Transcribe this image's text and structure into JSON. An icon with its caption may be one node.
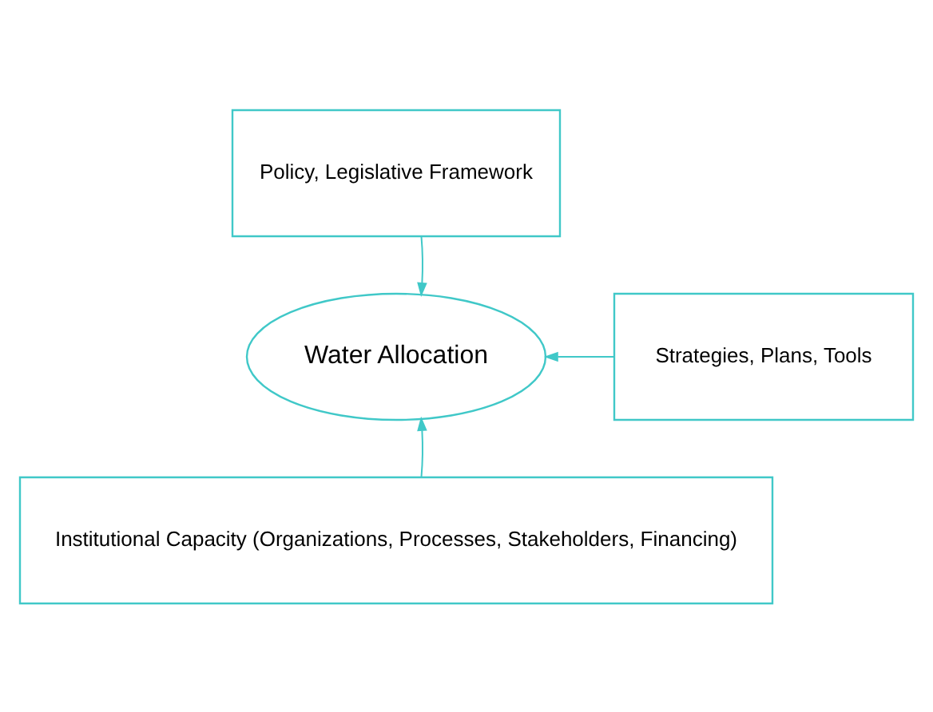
{
  "diagram": {
    "nodes": [
      {
        "text": [
          "Policy, Legislative Framework"
        ]
      },
      {
        "text": [
          "Strategies, Plans, Tools"
        ]
      },
      {
        "text": [
          "Water Allocation"
        ]
      },
      {
        "text": [
          "Institutional Capacity (Organizations, Processes, Stakeholders, Financing)"
        ]
      }
    ],
    "edges": [
      {
        "from": 0,
        "to": 2,
        "arrow": "to"
      },
      {
        "from": 1,
        "to": 2,
        "arrow": "to"
      },
      {
        "from": 3,
        "to": 2,
        "arrow": "to"
      }
    ]
  }
}
